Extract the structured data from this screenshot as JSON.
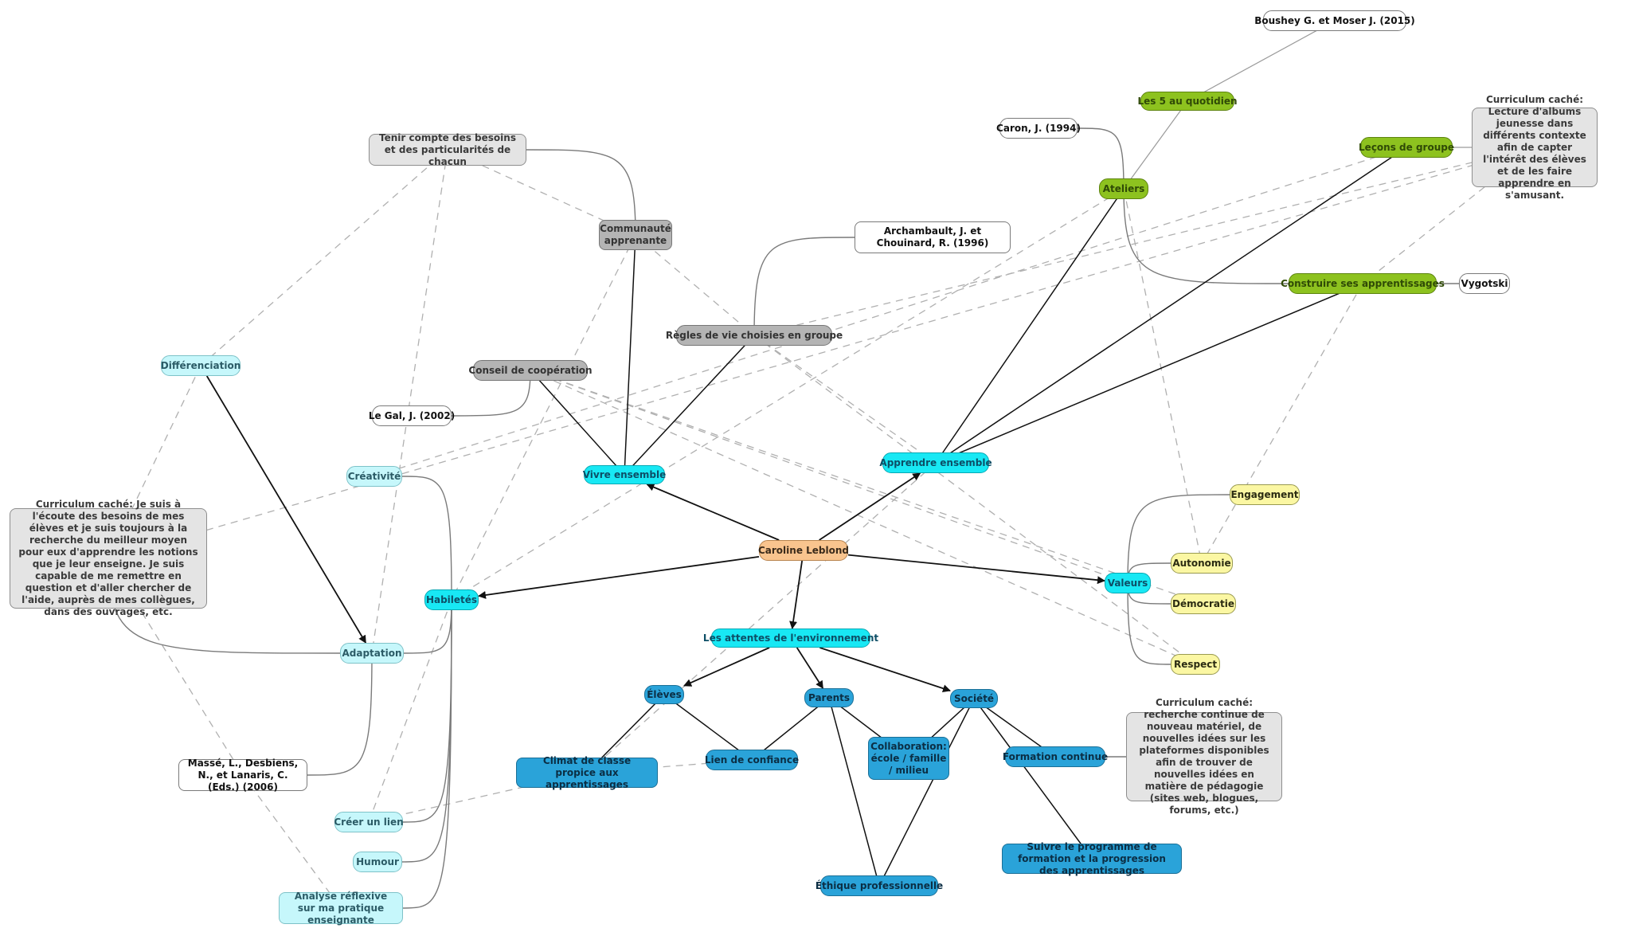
{
  "nodes": {
    "root": "Caroline Leblond",
    "vivre_ensemble": "Vivre ensemble",
    "apprendre_ensemble": "Apprendre ensemble",
    "habiletes": "Habiletés",
    "valeurs": "Valeurs",
    "attentes": "Les attentes de l'environnement",
    "eleves": "Élèves",
    "parents": "Parents",
    "societe": "Société",
    "communaute": "Communauté apprenante",
    "regles": "Règles de vie choisies en groupe",
    "conseil": "Conseil de coopération",
    "tenir_compte": "Tenir compte des besoins et des particularités de chacun",
    "archambault": "Archambault, J. et Chouinard, R. (1996)",
    "legal": "Le Gal, J. (2002)",
    "ateliers": "Ateliers",
    "les5": "Les 5 au quotidien",
    "boushey": "Boushey G. et Moser J. (2015)",
    "caron": "Caron, J. (1994)",
    "lecons": "Leçons de groupe",
    "curriculum_albums": "Curriculum caché: Lecture d'albums jeunesse dans différents contexte afin de capter l'intérêt des élèves et de les faire apprendre en s'amusant.",
    "construire": "Construire ses apprentissages",
    "vygotski": "Vygotski",
    "engagement": "Engagement",
    "autonomie": "Autonomie",
    "democratie": "Démocratie",
    "respect": "Respect",
    "differenciation": "Différenciation",
    "creativite": "Créativité",
    "adaptation": "Adaptation",
    "creer_lien": "Créer un lien",
    "humour": "Humour",
    "analyse": "Analyse réflexive sur ma pratique enseignante",
    "curriculum_ecoute": "Curriculum caché: Je suis à l'écoute des besoins de mes élèves et je suis toujours à la recherche du meilleur moyen pour eux d'apprendre les notions que je leur enseigne. Je suis capable de me remettre en question et d'aller chercher de l'aide, auprès de mes collègues, dans des ouvrages, etc.",
    "masse": "Massé, L., Desbiens, N., et Lanaris, C. (Eds.) (2006)",
    "climat": "Climat de classe propice aux apprentissages",
    "lien_confiance": "Lien de confiance",
    "collaboration": "Collaboration: école / famille / milieu",
    "ethique": "Éthique professionnelle",
    "formation": "Formation continue",
    "suivre": "Suivre le programme de formation et la progression des apprentissages",
    "curriculum_recherche": "Curriculum caché: recherche continue de nouveau matériel, de nouvelles idées sur les plateformes disponibles afin de trouver de nouvelles idées en matière de pédagogie (sites web, blogues, forums, etc.)"
  },
  "colors": {
    "root": "#f9c48e",
    "main_branch": "#18e8f4",
    "light_branch": "#c6f7fb",
    "environment": "#2aa3d9",
    "apprendre": "#8dc21f",
    "valeurs": "#fbf7a3",
    "reference": "#ffffff",
    "vivre": "#b4b4b4",
    "note": "#e4e4e4"
  },
  "links": {
    "arrows": [
      [
        "root",
        "vivre_ensemble"
      ],
      [
        "root",
        "apprendre_ensemble"
      ],
      [
        "root",
        "habiletes"
      ],
      [
        "root",
        "valeurs"
      ],
      [
        "root",
        "attentes"
      ],
      [
        "attentes",
        "eleves"
      ],
      [
        "attentes",
        "parents"
      ],
      [
        "attentes",
        "societe"
      ],
      [
        "differenciation",
        "adaptation"
      ]
    ],
    "solid": [
      [
        "vivre_ensemble",
        "communaute"
      ],
      [
        "vivre_ensemble",
        "regles"
      ],
      [
        "vivre_ensemble",
        "conseil"
      ],
      [
        "apprendre_ensemble",
        "ateliers"
      ],
      [
        "apprendre_ensemble",
        "lecons"
      ],
      [
        "apprendre_ensemble",
        "construire"
      ],
      [
        "eleves",
        "climat"
      ],
      [
        "eleves",
        "lien_confiance"
      ],
      [
        "parents",
        "lien_confiance"
      ],
      [
        "parents",
        "collaboration"
      ],
      [
        "parents",
        "ethique"
      ],
      [
        "societe",
        "ethique"
      ],
      [
        "societe",
        "formation"
      ],
      [
        "societe",
        "suivre"
      ],
      [
        "societe",
        "collaboration"
      ]
    ],
    "curves": [
      [
        "habiletes",
        "creativite"
      ],
      [
        "habiletes",
        "adaptation"
      ],
      [
        "habiletes",
        "creer_lien"
      ],
      [
        "habiletes",
        "humour"
      ],
      [
        "habiletes",
        "analyse"
      ],
      [
        "valeurs",
        "engagement"
      ],
      [
        "valeurs",
        "autonomie"
      ],
      [
        "valeurs",
        "democratie"
      ],
      [
        "valeurs",
        "respect"
      ],
      [
        "communaute",
        "tenir_compte"
      ],
      [
        "regles",
        "archambault"
      ],
      [
        "conseil",
        "legal"
      ],
      [
        "ateliers",
        "caron"
      ],
      [
        "ateliers",
        "construire"
      ],
      [
        "construire",
        "vygotski"
      ],
      [
        "formation",
        "curriculum_recherche"
      ],
      [
        "adaptation",
        "masse"
      ],
      [
        "curriculum_ecoute",
        "adaptation"
      ]
    ],
    "plain": [
      [
        "ateliers",
        "les5"
      ],
      [
        "les5",
        "boushey"
      ],
      [
        "lecons",
        "curriculum_albums"
      ]
    ],
    "dashed": [
      [
        "differenciation",
        "tenir_compte"
      ],
      [
        "differenciation",
        "curriculum_ecoute"
      ],
      [
        "curriculum_ecoute",
        "masse"
      ],
      [
        "masse",
        "analyse"
      ],
      [
        "tenir_compte",
        "communaute"
      ],
      [
        "tenir_compte",
        "adaptation"
      ],
      [
        "communaute",
        "regles"
      ],
      [
        "communaute",
        "habiletes"
      ],
      [
        "regles",
        "apprendre_ensemble"
      ],
      [
        "regles",
        "respect"
      ],
      [
        "conseil",
        "valeurs"
      ],
      [
        "conseil",
        "democratie"
      ],
      [
        "conseil",
        "respect"
      ],
      [
        "creativite",
        "lecons"
      ],
      [
        "curriculum_ecoute",
        "curriculum_albums"
      ],
      [
        "habiletes",
        "ateliers"
      ],
      [
        "habiletes",
        "creer_lien"
      ],
      [
        "climat",
        "apprendre_ensemble"
      ],
      [
        "climat",
        "creer_lien"
      ],
      [
        "climat",
        "lien_confiance"
      ],
      [
        "ateliers",
        "autonomie"
      ],
      [
        "construire",
        "autonomie"
      ],
      [
        "curriculum_albums",
        "construire"
      ],
      [
        "curriculum_albums",
        "regles"
      ]
    ]
  }
}
